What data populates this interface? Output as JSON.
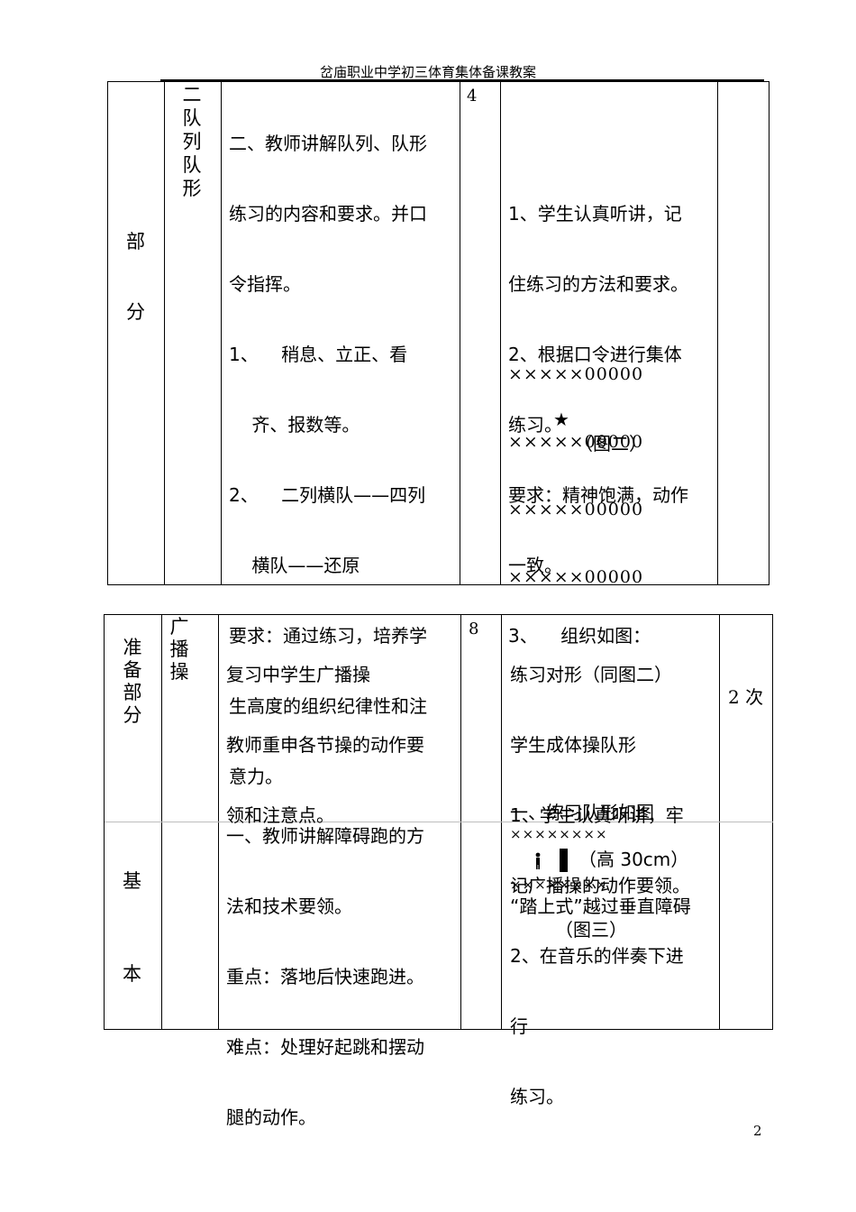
{
  "header": {
    "title": "岔庙职业中学初三体育集体备课教案"
  },
  "table1": {
    "part": {
      "char1": "部",
      "char2": "分"
    },
    "item_chars": [
      "二",
      "队",
      "列",
      "队",
      "形"
    ],
    "content": [
      "二、教师讲解队列、队形",
      "练习的内容和要求。并口",
      "令指挥。",
      "1、    稍息、立正、看",
      "    齐、报数等。",
      "2、    二列横队——四列",
      "    横队——还原",
      "要求：通过练习，培养学",
      "生高度的组织纪律性和注",
      "意力。"
    ],
    "time": "4",
    "method": [
      "1、学生认真听讲，记",
      "住练习的方法和要求。",
      "2、根据口令进行集体",
      "练习。",
      "要求：精神饱满，动作",
      "一致。",
      "3、    组织如图："
    ],
    "formation_rows": [
      "×××××00000",
      "×××××00000",
      "×××××00000",
      "×××××00000"
    ],
    "star": "★",
    "figure_caption": "（图二）",
    "count": ""
  },
  "table2": {
    "part_top_chars": [
      "准",
      "备",
      "部",
      "分"
    ],
    "part_bottom": {
      "char1": "基",
      "char2": "本"
    },
    "item_chars": [
      "广",
      "播",
      "操"
    ],
    "content_top": [
      "复习中学生广播操",
      "教师重申各节操的动作要",
      "领和注意点。"
    ],
    "content_bottom": [
      "一、教师讲解障碍跑的方",
      "法和技术要领。",
      "重点：落地后快速跑进。",
      "难点：处理好起跳和摆动",
      "腿的动作。"
    ],
    "time": "8",
    "method_top": [
      "练习对形（同图二）",
      "学生成体操队形",
      "1、学生认真听讲，牢",
      "记广播操的动作要领。",
      "2、在音乐的伴奏下进",
      "行",
      "练习。"
    ],
    "method_bottom_title": "一、练习队形如图",
    "x_row": "××××××××",
    "hurdle_label": "（高 30cm）",
    "step_text": "“踏上式”越过垂直障碍",
    "figure_caption": "（图三）",
    "count": "2 次"
  },
  "page_number": "2"
}
